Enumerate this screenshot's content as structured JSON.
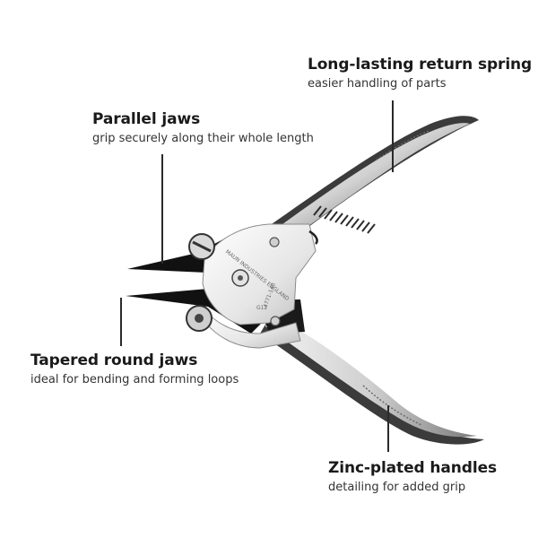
{
  "callouts": {
    "spring": {
      "title": "Long-lasting return spring",
      "subtitle": "easier handling of parts"
    },
    "parallel": {
      "title": "Parallel jaws",
      "subtitle": "grip securely along their whole length"
    },
    "tapered": {
      "title": "Tapered round jaws",
      "subtitle": "ideal for bending and forming loops"
    },
    "handles": {
      "title": "Zinc-plated handles",
      "subtitle": "detailing for added grip"
    }
  },
  "engraving": {
    "line1": "MAUN INDUSTRIES ENGLAND",
    "line2": "4771-140",
    "line3": "G12"
  },
  "colors": {
    "steel_light": "#e9e9e9",
    "steel_mid": "#b8b8b8",
    "steel_dark": "#3a3a3a",
    "jaw_black": "#111111",
    "text": "#1a1a1a"
  }
}
